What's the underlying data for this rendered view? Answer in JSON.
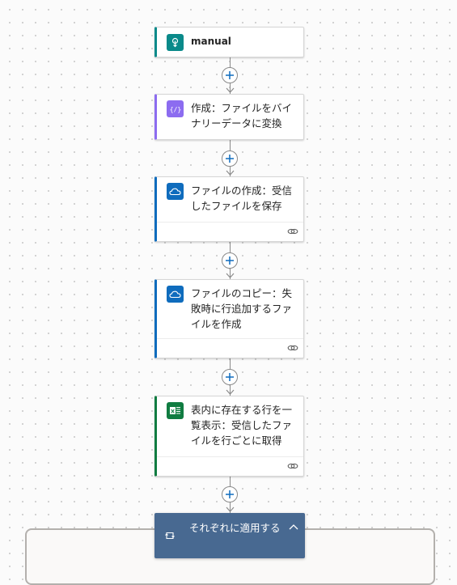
{
  "flow": {
    "trigger": {
      "title": "manual",
      "icon": "trigger-icon",
      "accent": "#0a8a8a"
    },
    "steps": [
      {
        "title": "作成：ファイルをバイナリーデータに変換",
        "icon": "compose-icon",
        "accent": "#8c6cf0"
      },
      {
        "title": "ファイルの作成：受信したファイルを保存",
        "icon": "onedrive-icon",
        "accent": "#0f6cbd"
      },
      {
        "title": "ファイルのコピー：失敗時に行追加するファイルを作成",
        "icon": "onedrive-icon",
        "accent": "#0f6cbd"
      },
      {
        "title": "表内に存在する行を一覧表示：受信したファイルを行ごとに取得",
        "icon": "excel-icon",
        "accent": "#107c41"
      }
    ],
    "apply_to_each": {
      "title": "それぞれに適用する",
      "icon": "loop-icon",
      "color": "#486991"
    }
  }
}
